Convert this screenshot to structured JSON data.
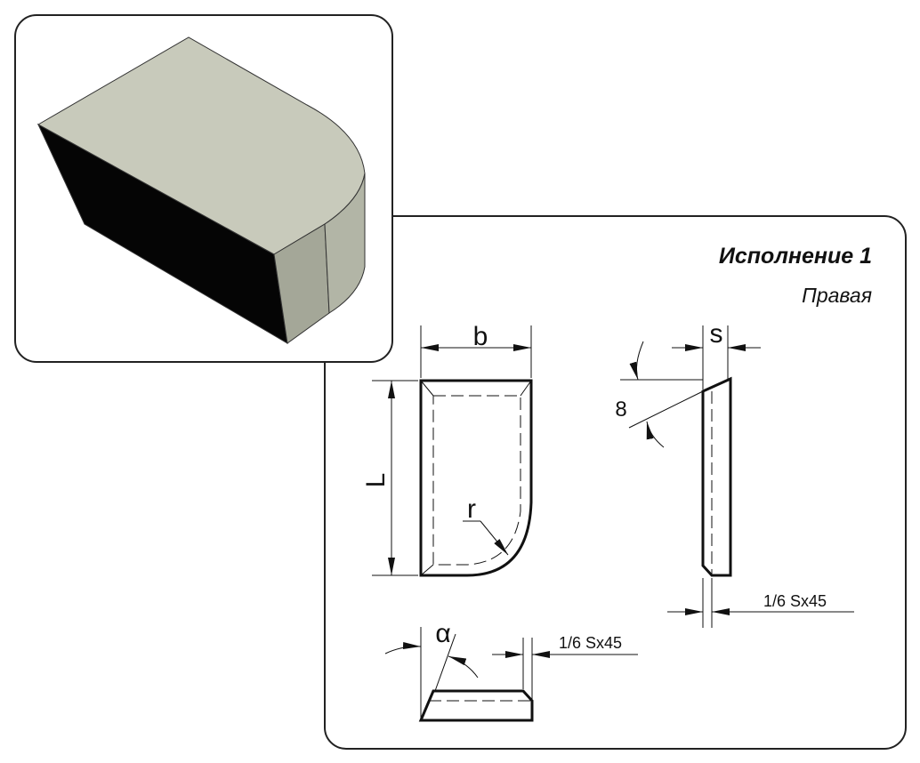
{
  "drawing": {
    "title": "Исполнение 1",
    "subtitle": "Правая",
    "labels": {
      "width": "b",
      "length": "L",
      "radius": "r",
      "thickness": "s",
      "angle_value": "8",
      "alpha": "α",
      "chamfer_side": "1/6 Sx45",
      "chamfer_bottom": "1/6 Sx45"
    }
  },
  "colors": {
    "top_face": "#c8cabb",
    "side_face": "#b2b5a6",
    "dark_face": "#050505",
    "line": "#111111"
  }
}
